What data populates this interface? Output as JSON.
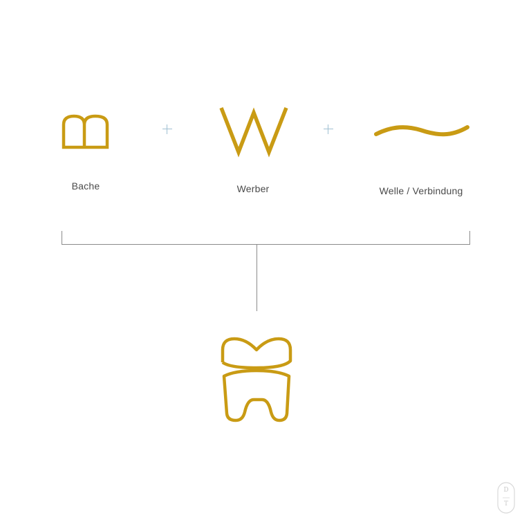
{
  "colors": {
    "gold": "#C99B14",
    "plus": "#9FBFD2",
    "line": "#8A8A8A",
    "text": "#4A4A4A",
    "monogram": "#D8D8D8"
  },
  "components": [
    {
      "icon": "letter-b-arch-icon",
      "label": "Bache"
    },
    {
      "icon": "letter-w-icon",
      "label": "Werber"
    },
    {
      "icon": "wave-icon",
      "label": "Welle / Verbindung"
    }
  ],
  "operators": [
    "+",
    "+"
  ],
  "result": {
    "icon": "tooth-icon"
  },
  "monogram": {
    "top": "D",
    "bottom": "T"
  }
}
